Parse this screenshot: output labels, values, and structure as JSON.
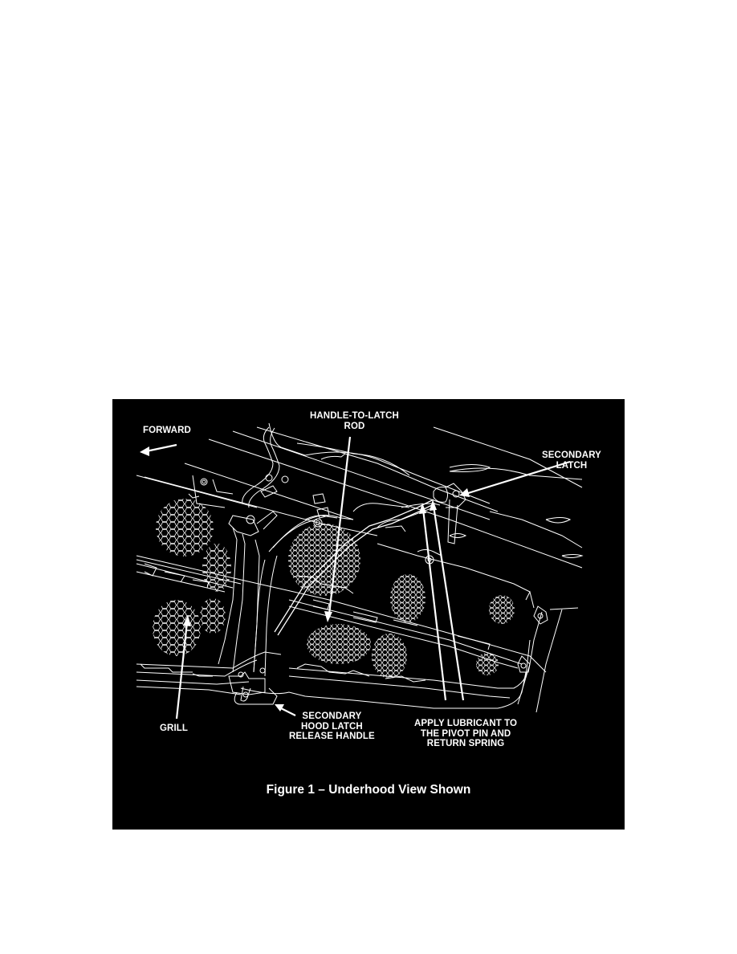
{
  "figure": {
    "caption": "Figure 1 – Underhood View Shown",
    "background": "#000000",
    "line_color": "#ffffff",
    "labels": {
      "forward": "FORWARD",
      "handle_to_latch_rod": [
        "HANDLE-TO-LATCH",
        "ROD"
      ],
      "secondary_latch": [
        "SECONDARY",
        "LATCH"
      ],
      "grill": "GRILL",
      "release_handle": [
        "SECONDARY",
        "HOOD LATCH",
        "RELEASE HANDLE"
      ],
      "lubricant": [
        "APPLY LUBRICANT TO",
        "THE PIVOT PIN AND",
        "RETURN SPRING"
      ]
    },
    "icons": {
      "forward_arrow": "arrow-left-icon"
    }
  }
}
